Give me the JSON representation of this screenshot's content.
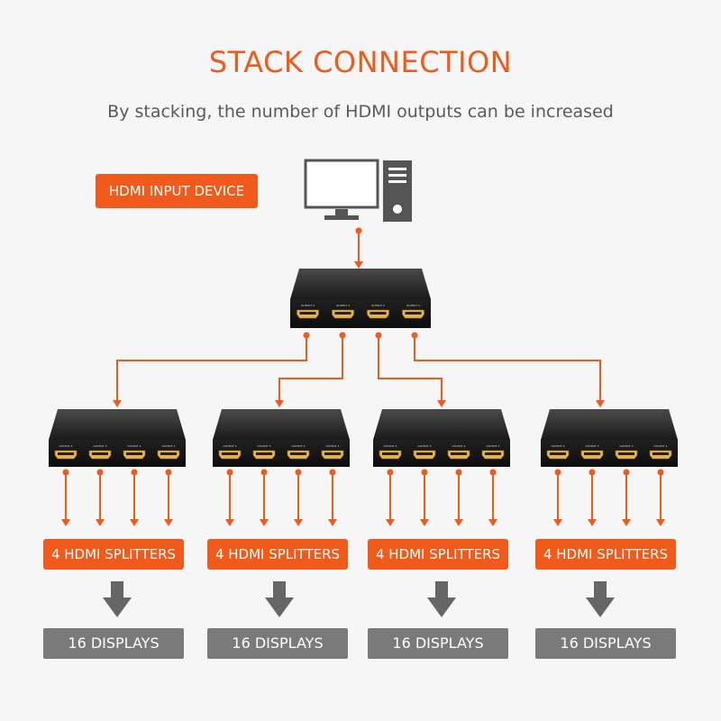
{
  "header": {
    "title": "STACK CONNECTION",
    "subtitle": "By stacking, the number of HDMI outputs can be increased"
  },
  "input_device": {
    "label": "HDMI INPUT DEVICE",
    "icons": [
      "monitor-icon",
      "pc-tower-icon"
    ]
  },
  "splitter": {
    "port_labels": [
      "OUTPUT 4",
      "OUTPUT 3",
      "OUTPUT 2",
      "OUTPUT 1"
    ]
  },
  "groups": [
    {
      "splitters_label": "4 HDMI SPLITTERS",
      "displays_label": "16 DISPLAYS"
    },
    {
      "splitters_label": "4 HDMI SPLITTERS",
      "displays_label": "16 DISPLAYS"
    },
    {
      "splitters_label": "4 HDMI SPLITTERS",
      "displays_label": "16 DISPLAYS"
    },
    {
      "splitters_label": "4 HDMI SPLITTERS",
      "displays_label": "16 DISPLAYS"
    }
  ],
  "colors": {
    "accent": "#f05a1a",
    "display_box": "#7a7a7a",
    "down_arrow": "#666666",
    "device_body": "#1d1d1d",
    "text_dark": "#5a5a5a"
  }
}
